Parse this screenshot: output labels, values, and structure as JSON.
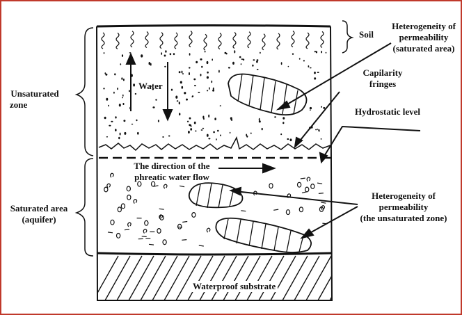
{
  "colors": {
    "border": "#c0392b",
    "ink": "#111111"
  },
  "labels": {
    "soil": "Soil",
    "heterogeneity_saturated": [
      "Heterogeneity of",
      "permeability",
      "(saturated area)"
    ],
    "capilarity": [
      "Capilarity",
      "fringes"
    ],
    "hydrostatic": "Hydrostatic level",
    "unsaturated_zone": [
      "Unsaturated",
      "zone"
    ],
    "water": "Water",
    "flow": [
      "The direction of the",
      "phreatic water flow"
    ],
    "saturated_area": [
      "Saturated area",
      "(aquifer)"
    ],
    "heterogeneity_unsaturated": [
      "Heterogeneity of",
      "permeability",
      "(the unsaturated zone)"
    ],
    "waterproof": "Waterproof substrate"
  }
}
